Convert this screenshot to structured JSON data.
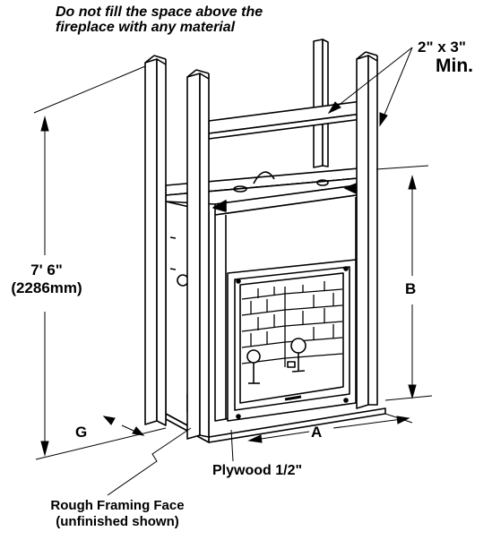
{
  "diagram": {
    "warning": "Do not fill the space above the fireplace with any material",
    "stud_size": "2\" x 3\"",
    "stud_min": "Min.",
    "height_imperial": "7' 6\"",
    "height_metric": "(2286mm)",
    "dim_b": "B",
    "dim_a": "A",
    "dim_g": "G",
    "plywood": "Plywood 1/2\"",
    "rough_framing_line1": "Rough Framing Face",
    "rough_framing_line2": "(unfinished shown)"
  }
}
